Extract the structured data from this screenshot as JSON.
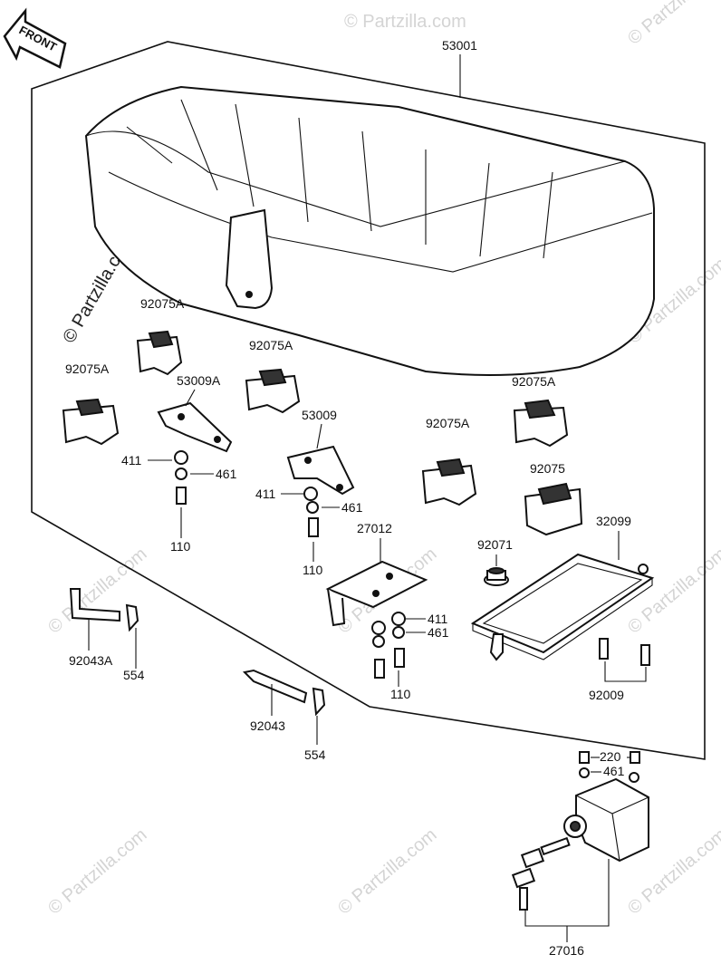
{
  "front_arrow": {
    "label": "FRONT"
  },
  "watermark": {
    "text": "© Partzilla.com"
  },
  "parts": {
    "seat": "53001",
    "rubber_1": "92075A",
    "rubber_2": "92075A",
    "rubber_3": "92075A",
    "rubber_4": "92075A",
    "rubber_5": "92075A",
    "rubber_6": "92075",
    "bracket_a": "53009A",
    "bracket_b": "53009",
    "washer_411_a": "411",
    "washer_461_a": "461",
    "bolt_110_a": "110",
    "washer_411_b": "411",
    "washer_461_b": "461",
    "bolt_110_b": "110",
    "bracket_c": "27012",
    "washer_411_c": "411",
    "washer_461_c": "461",
    "bolt_110_c": "110",
    "grommet": "92071",
    "tray": "32099",
    "bolt_92009": "92009",
    "pin_a": "92043A",
    "clip_a": "554",
    "pin_b": "92043",
    "clip_b": "554",
    "screw_220": "220",
    "washer_461_d": "461",
    "lock_set": "27016"
  }
}
